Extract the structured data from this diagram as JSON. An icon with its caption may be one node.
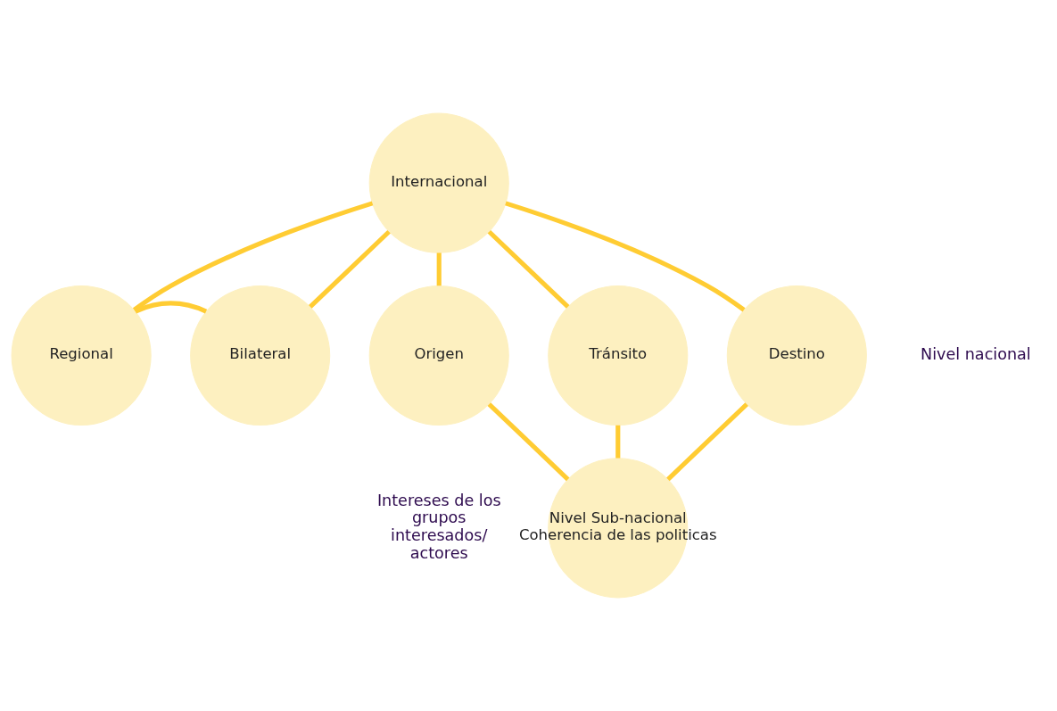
{
  "diagram": {
    "nodes": [
      {
        "text": [
          "Internacional"
        ]
      },
      {
        "text": [
          "Regional"
        ]
      },
      {
        "text": [
          "Bilateral"
        ]
      },
      {
        "text": [
          "Origen"
        ]
      },
      {
        "text": [
          "Tránsito"
        ]
      },
      {
        "text": [
          "Destino"
        ]
      },
      {
        "text": [
          "Nivel Sub-nacional",
          "Coherencia de las politicas"
        ]
      }
    ],
    "edges": [
      {
        "from": 1,
        "to": 2,
        "arrow": "none"
      },
      {
        "from": 0,
        "to": 1,
        "arrow": "none"
      },
      {
        "from": 0,
        "to": 2,
        "arrow": "none"
      },
      {
        "from": 0,
        "to": 3,
        "arrow": "none"
      },
      {
        "from": 0,
        "to": 4,
        "arrow": "none"
      },
      {
        "from": 0,
        "to": 5,
        "arrow": "none"
      },
      {
        "from": 3,
        "to": 6,
        "arrow": "none"
      },
      {
        "from": 4,
        "to": 6,
        "arrow": "none"
      },
      {
        "from": 5,
        "to": 6,
        "arrow": "none"
      }
    ],
    "labels": [
      "Nivel nacional",
      "Intereses de los grupos interesados/ actores"
    ]
  }
}
